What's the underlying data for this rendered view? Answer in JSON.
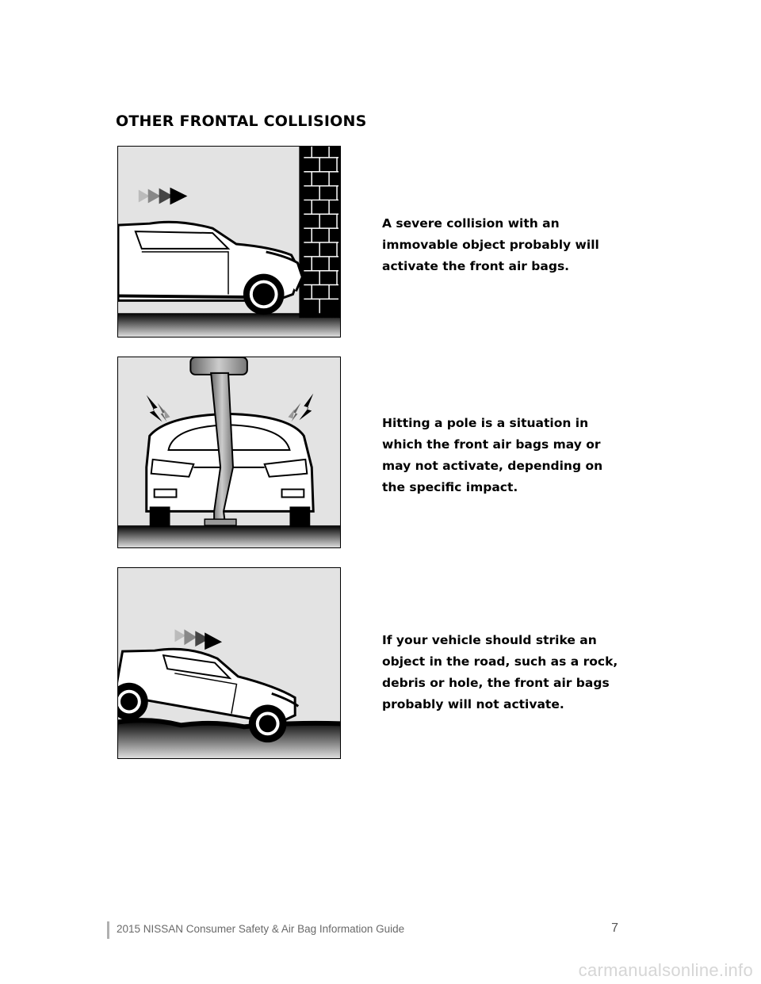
{
  "page": {
    "heading": "OTHER FRONTAL COLLISIONS",
    "sections": [
      {
        "caption": "A severe collision with an immovable object probably will activate the front air bags.",
        "illustration": "car-hitting-wall"
      },
      {
        "caption": "Hitting a pole is a situation in which the front air bags may or may not activate, depending on the specific impact.",
        "illustration": "car-hitting-pole"
      },
      {
        "caption": "If your vehicle should strike an object in the road, such as a rock, debris or hole, the front air bags probably will not activate.",
        "illustration": "car-striking-road-object"
      }
    ]
  },
  "footer": {
    "title": "2015 NISSAN Consumer Safety & Air Bag Information Guide",
    "page_number": "7"
  },
  "watermark": "carmanualsonline.info",
  "colors": {
    "panel_bg": "#e3e3e3",
    "ink": "#000000",
    "footer_text": "#6a6a6a"
  }
}
